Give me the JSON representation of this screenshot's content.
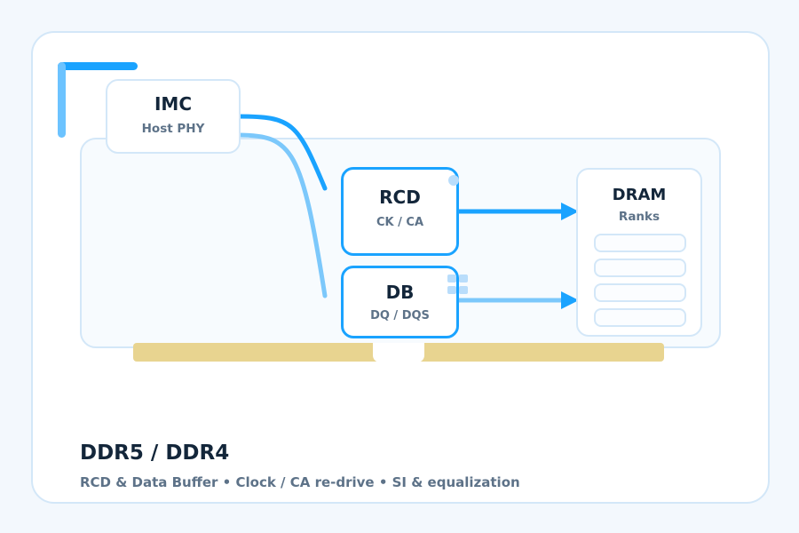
{
  "imc": {
    "title": "IMC",
    "subtitle": "Host PHY"
  },
  "rcd": {
    "title": "RCD",
    "subtitle": "CK / CA"
  },
  "db": {
    "title": "DB",
    "subtitle": "DQ / DQS"
  },
  "dram": {
    "title": "DRAM",
    "subtitle": "Ranks",
    "rank_count": 4
  },
  "footer": {
    "heading": "DDR5 / DDR4",
    "caption": "RCD & Data Buffer • Clock / CA re-drive • SI & equalization"
  },
  "colors": {
    "accent": "#1aa3ff",
    "accent_light": "#7cc8fb",
    "border": "#d3e7f8",
    "gold": "#e8d490"
  }
}
